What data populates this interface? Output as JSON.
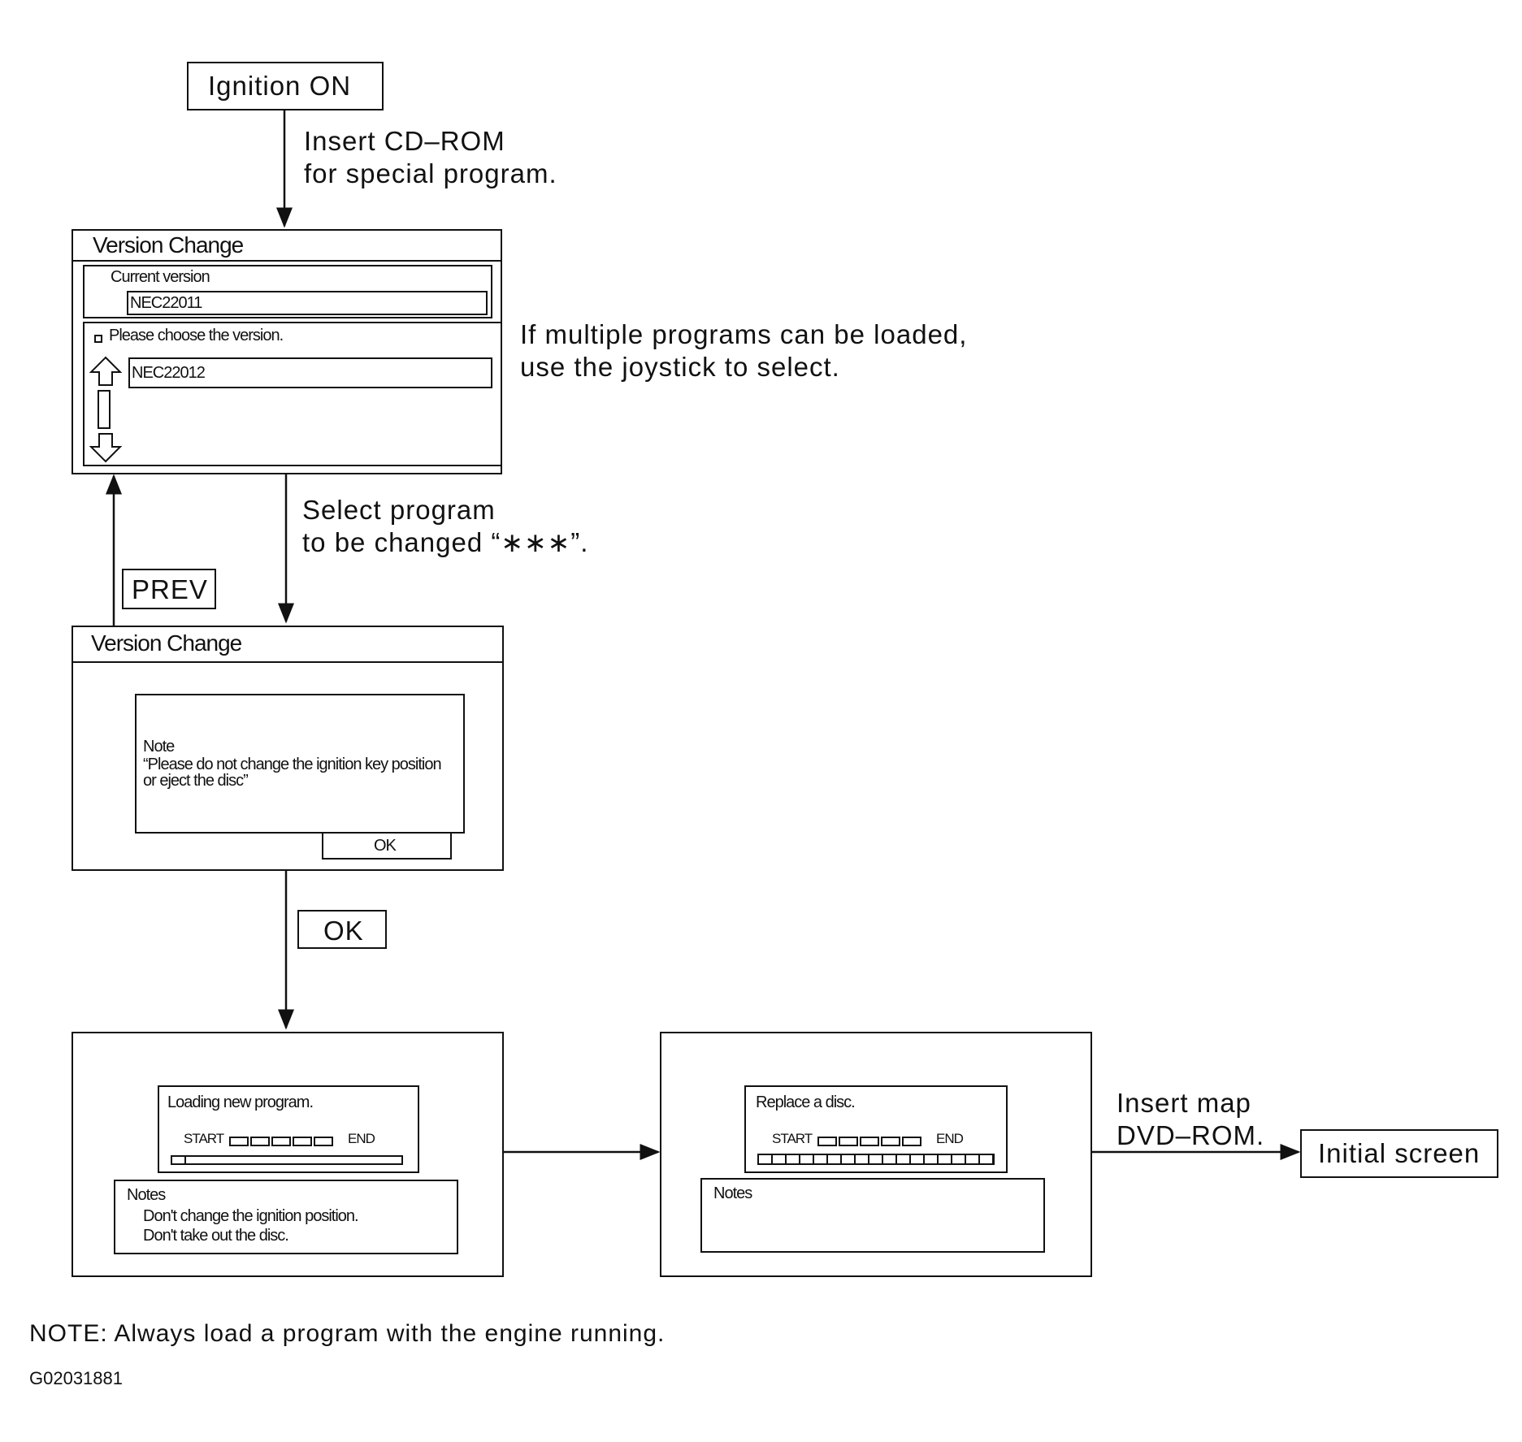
{
  "start_box": "Ignition ON",
  "step1_note": [
    "Insert CD–ROM",
    "for special program."
  ],
  "screen1": {
    "title": "Version Change",
    "current_label": "Current version",
    "current_value": "NEC22011",
    "choose_label": "Please choose the version.",
    "choose_value": "NEC22012"
  },
  "multi_note": [
    "If multiple programs can be loaded,",
    "use the joystick to select."
  ],
  "step2_note": [
    "Select program",
    "to be changed “∗∗∗”."
  ],
  "prev_button": "PREV",
  "screen2": {
    "title": "Version Change",
    "note_title": "Note",
    "note_text": [
      "“Please do not change the ignition key position",
      "or eject the disc”"
    ],
    "ok_label": "OK"
  },
  "ok_button": "OK",
  "screen3": {
    "message": "Loading new program.",
    "start_label": "START",
    "end_label": "END",
    "progress_fraction": 0.06,
    "notes_title": "Notes",
    "notes_lines": [
      "Don't change the ignition position.",
      "Don't take out the disc."
    ]
  },
  "screen4": {
    "message": "Replace a disc.",
    "start_label": "START",
    "end_label": "END",
    "notes_title": "Notes"
  },
  "step3_note": [
    "Insert map",
    "DVD–ROM."
  ],
  "end_box": "Initial screen",
  "footer_note": "NOTE: Always load a program with the engine running.",
  "figure_id": "G02031881"
}
